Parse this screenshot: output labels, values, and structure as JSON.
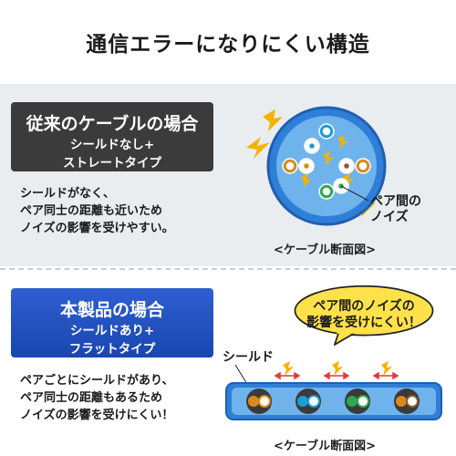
{
  "page_title": "通信エラーになりにくい構造",
  "conventional": {
    "heading": "従来のケーブルの場合",
    "sub_line1": "シールドなし+",
    "sub_line2": "ストレートタイプ",
    "desc_line1": "シールドがなく、",
    "desc_line2": "ペア同士の距離も近いため",
    "desc_line3": "ノイズの影響を受けやすい。",
    "noise_line1": "ペア間の",
    "noise_line2": "ノイズ",
    "caption": "<ケーブル断面図>"
  },
  "product": {
    "heading": "本製品の場合",
    "sub_line1": "シールドあり+",
    "sub_line2": "フラットタイプ",
    "desc_line1": "ペアごとにシールドがあり、",
    "desc_line2": "ペア同士の距離もあるため",
    "desc_line3": "ノイズの影響を受けにくい！",
    "bubble_line1": "ペア間のノイズの",
    "bubble_line2": "影響を受けにくい！",
    "shield_label": "シールド",
    "caption": "<ケーブル断面図>"
  },
  "colors": {
    "dark_badge": "#3b3b3b",
    "blue_badge": "#1f4fc0",
    "cable_blue": "#2f7fd8",
    "cable_light": "#6fb3ec",
    "bubble_yellow": "#ffe14a",
    "lightning": "#f2b400",
    "arrow_red": "#e23a3a"
  }
}
